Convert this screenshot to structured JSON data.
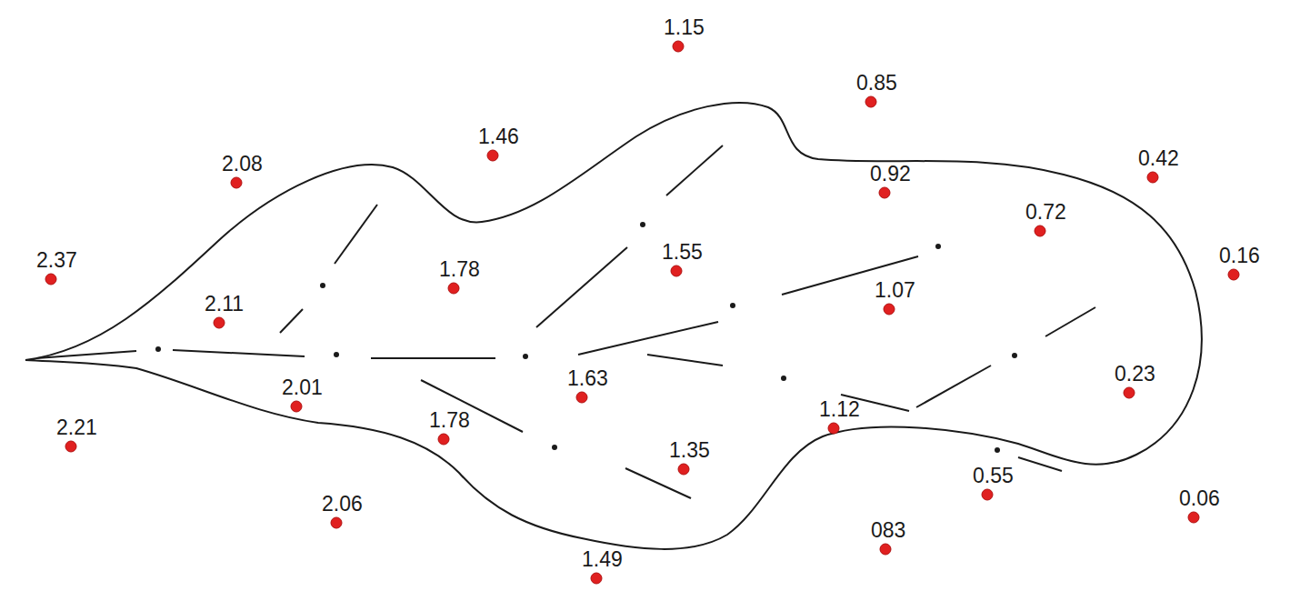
{
  "diagram": {
    "labels": [
      "1.15",
      "0.85",
      "1.46",
      "2.08",
      "0.92",
      "0.42",
      "0.72",
      "2.37",
      "1.78",
      "1.55",
      "0.16",
      "2.11",
      "1.07",
      "1.63",
      "0.23",
      "2.01",
      "1.12",
      "1.78",
      "2.21",
      "1.35",
      "0.55",
      "0.06",
      "2.06",
      "083",
      "1.49"
    ]
  }
}
